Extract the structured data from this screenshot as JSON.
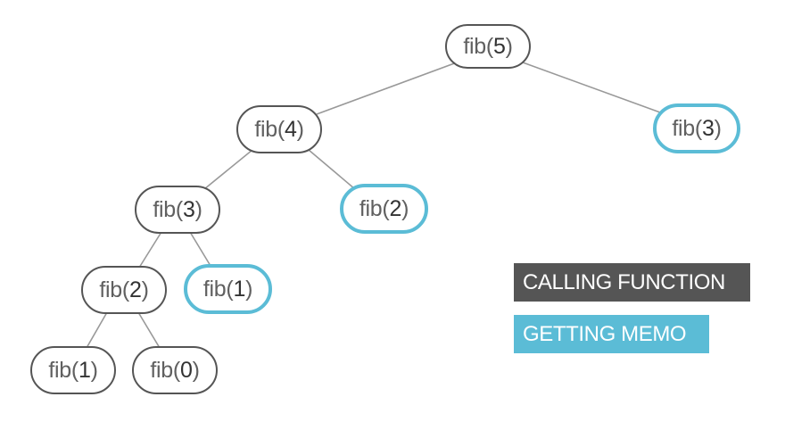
{
  "diagram": {
    "nodes": [
      {
        "id": "n5",
        "fn": "fib",
        "arg": "5",
        "kind": "call"
      },
      {
        "id": "n4",
        "fn": "fib",
        "arg": "4",
        "kind": "call"
      },
      {
        "id": "n3m",
        "fn": "fib",
        "arg": "3",
        "kind": "memo"
      },
      {
        "id": "n3",
        "fn": "fib",
        "arg": "3",
        "kind": "call"
      },
      {
        "id": "n2m",
        "fn": "fib",
        "arg": "2",
        "kind": "memo"
      },
      {
        "id": "n2",
        "fn": "fib",
        "arg": "2",
        "kind": "call"
      },
      {
        "id": "n1m",
        "fn": "fib",
        "arg": "1",
        "kind": "memo"
      },
      {
        "id": "n1",
        "fn": "fib",
        "arg": "1",
        "kind": "call"
      },
      {
        "id": "n0",
        "fn": "fib",
        "arg": "0",
        "kind": "call"
      }
    ],
    "edges": [
      [
        "n5",
        "n4"
      ],
      [
        "n5",
        "n3m"
      ],
      [
        "n4",
        "n3"
      ],
      [
        "n4",
        "n2m"
      ],
      [
        "n3",
        "n2"
      ],
      [
        "n3",
        "n1m"
      ],
      [
        "n2",
        "n1"
      ],
      [
        "n2",
        "n0"
      ]
    ]
  },
  "legend": {
    "calling_label": "CALLING FUNCTION",
    "memo_label": "GETTING MEMO",
    "calling_color": "#555555",
    "memo_color": "#5bbcd6"
  },
  "colors": {
    "edge": "#999999",
    "node_border": "#555555",
    "memo_border": "#5bbcd6"
  }
}
